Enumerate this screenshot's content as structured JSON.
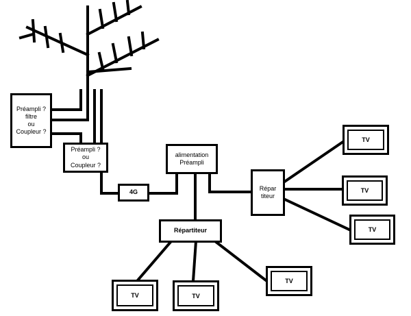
{
  "diagram": {
    "antenna": "antenna",
    "nodes": {
      "preampli_filtre": {
        "lines": [
          "Préampli ?",
          "filtre",
          "ou",
          "Coupleur ?"
        ]
      },
      "preampli_coupleur": {
        "lines": [
          "Préampli ?",
          "ou",
          "Coupleur ?"
        ]
      },
      "filtre_4g": {
        "label": "4G"
      },
      "alimentation": {
        "lines": [
          "alimentation",
          "Préampli"
        ]
      },
      "repartiteur_bas": {
        "label": "Répartiteur"
      },
      "repartiteur_droite": {
        "lines": [
          "Répar",
          "titeur"
        ]
      }
    },
    "tv_label": "TV",
    "tvs": [
      "TV",
      "TV",
      "TV",
      "TV",
      "TV",
      "TV"
    ]
  }
}
